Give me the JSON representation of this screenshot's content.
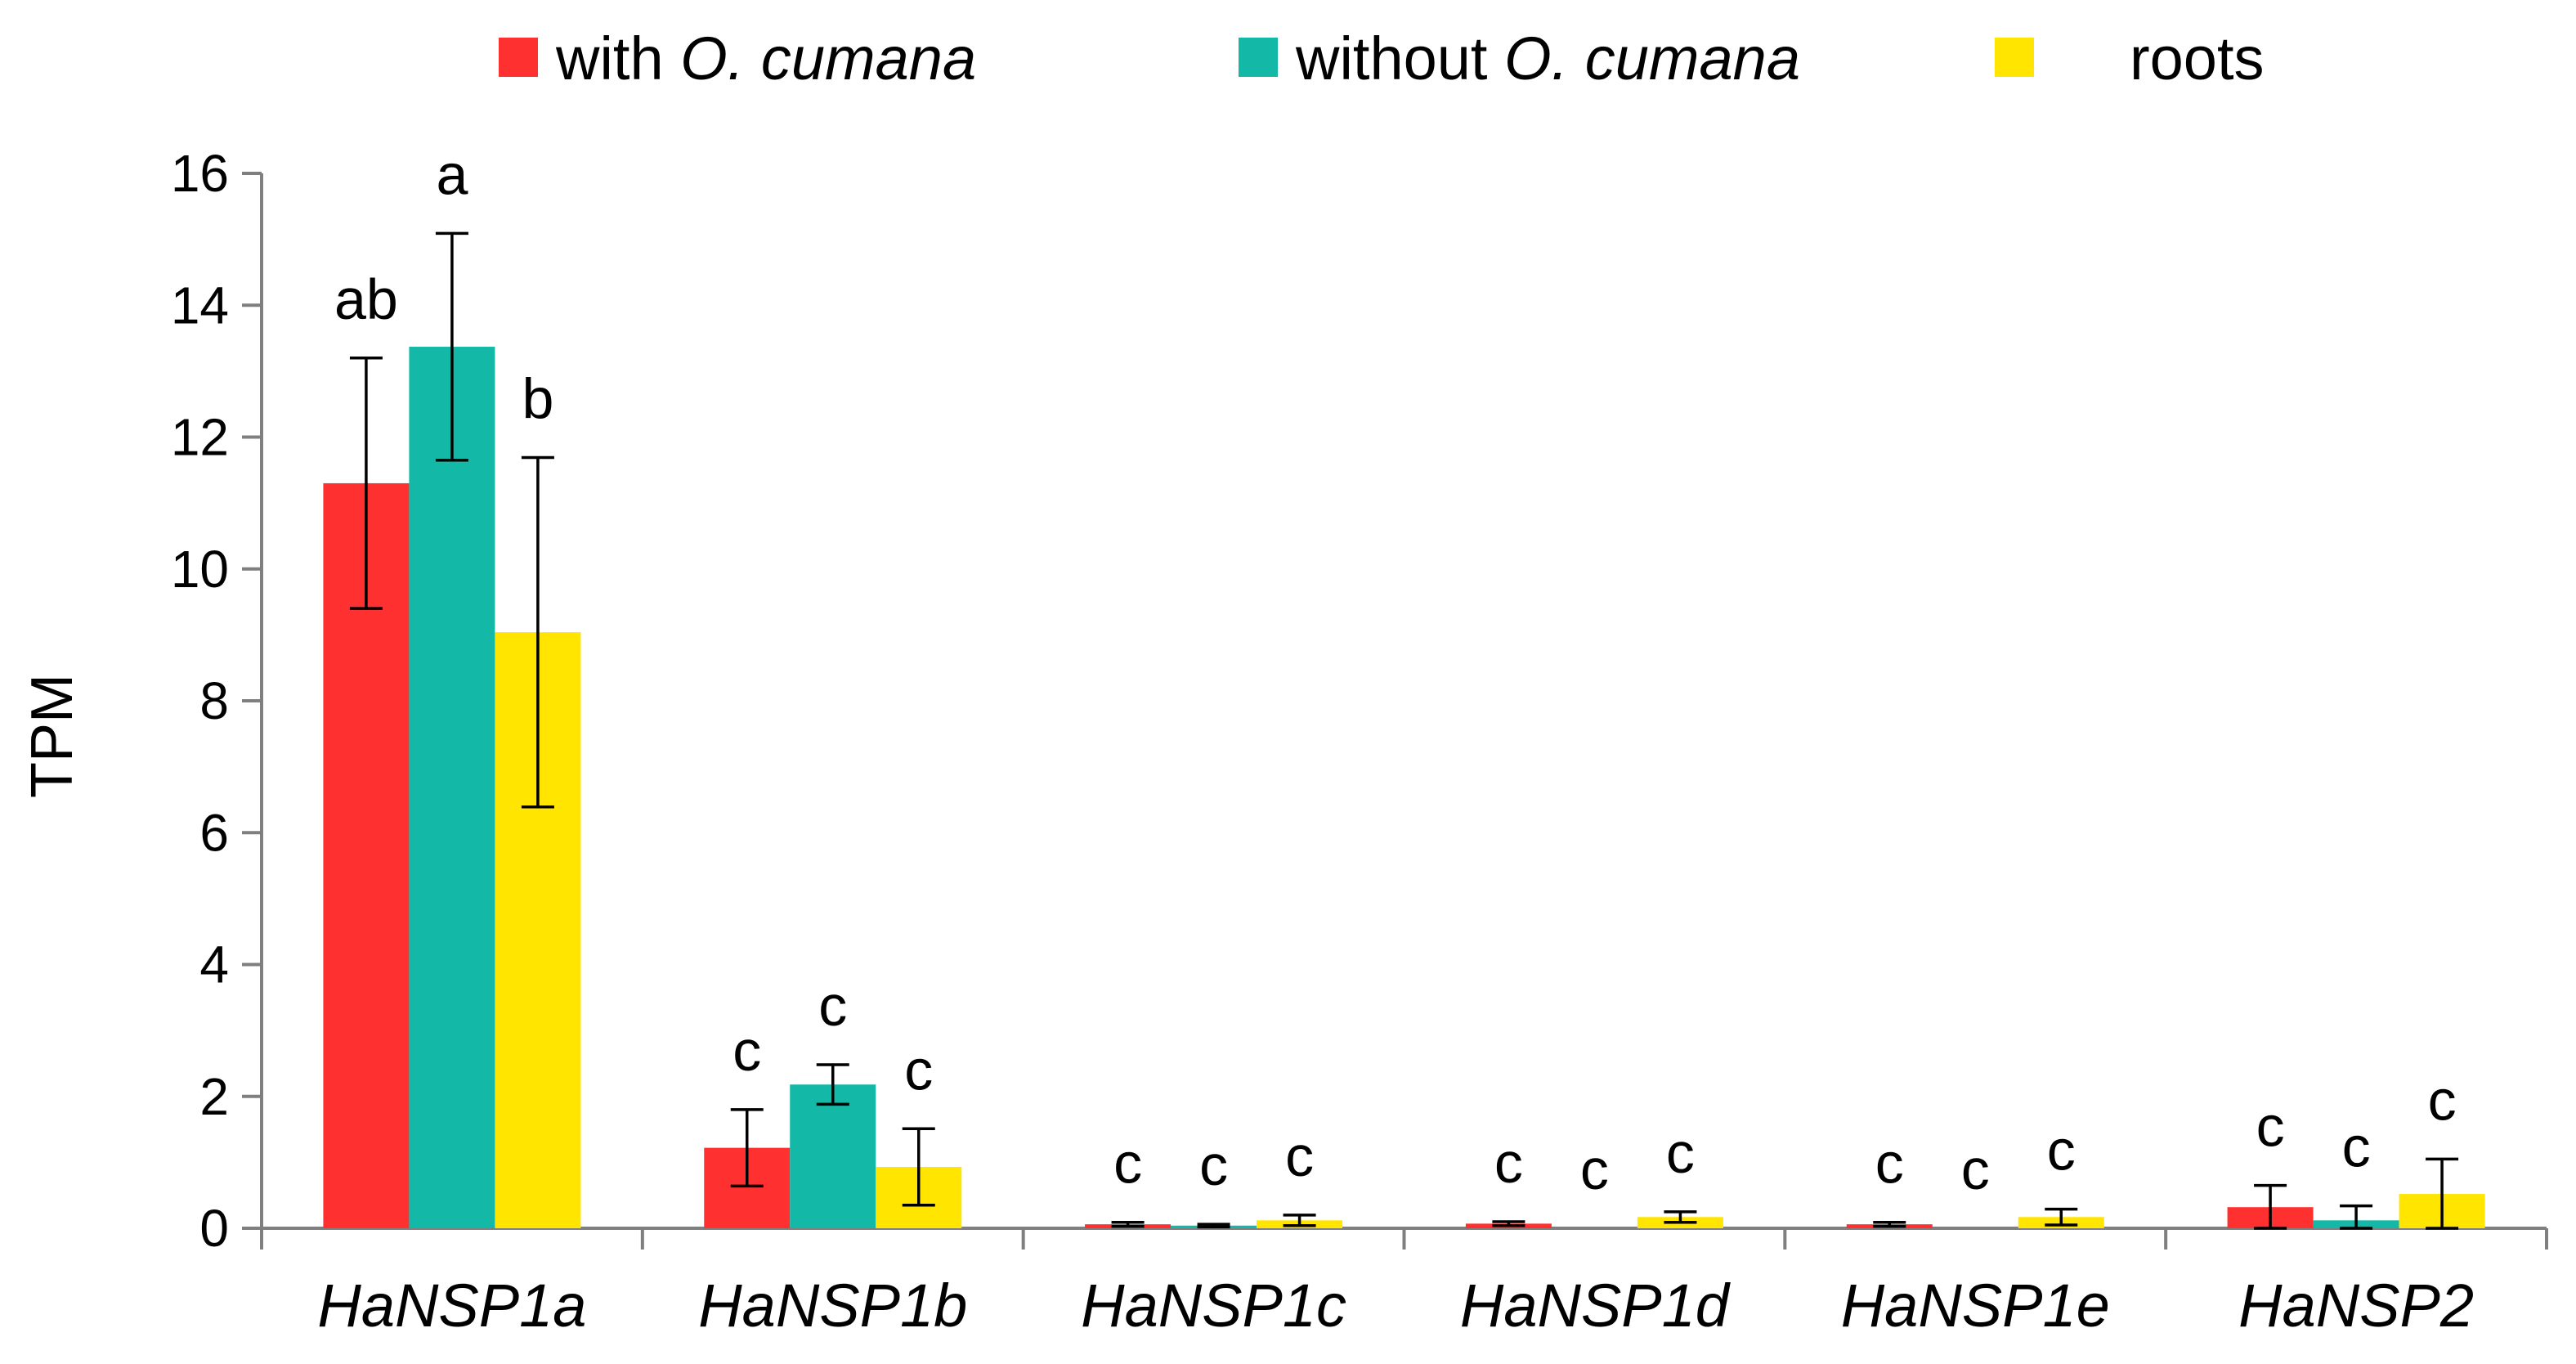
{
  "chart_data": {
    "type": "bar",
    "title": "",
    "xlabel": "",
    "ylabel": "TPM",
    "ylim": [
      0,
      16
    ],
    "yticks": [
      0,
      2,
      4,
      6,
      8,
      10,
      12,
      14,
      16
    ],
    "grid": false,
    "legend": {
      "placement": "top",
      "entries": [
        {
          "prefix": "with ",
          "italic": "O. cumana"
        },
        {
          "prefix": "without ",
          "italic": "O. cumana"
        },
        {
          "prefix": "roots",
          "italic": ""
        }
      ]
    },
    "categories": [
      "HaNSP1a",
      "HaNSP1b",
      "HaNSP1c",
      "HaNSP1d",
      "HaNSP1e",
      "HaNSP2"
    ],
    "series": [
      {
        "name": "with O. cumana",
        "color": "#ff3030",
        "values": [
          11.3,
          1.22,
          0.06,
          0.07,
          0.06,
          0.32
        ],
        "errors": [
          1.9,
          0.58,
          0.03,
          0.03,
          0.03,
          0.33
        ],
        "letters": [
          "ab",
          "c",
          "c",
          "c",
          "c",
          "c"
        ]
      },
      {
        "name": "without O. cumana",
        "color": "#13b8a6",
        "values": [
          13.37,
          2.18,
          0.04,
          0.0,
          0.0,
          0.12
        ],
        "errors": [
          1.72,
          0.3,
          0.02,
          0.0,
          0.0,
          0.22
        ],
        "letters": [
          "a",
          "c",
          "c",
          "c",
          "c",
          "c"
        ]
      },
      {
        "name": "roots",
        "color": "#ffe500",
        "values": [
          9.04,
          0.93,
          0.12,
          0.17,
          0.17,
          0.52
        ],
        "errors": [
          2.65,
          0.58,
          0.08,
          0.08,
          0.12,
          0.53
        ],
        "letters": [
          "b",
          "c",
          "c",
          "c",
          "c",
          "c"
        ]
      }
    ]
  }
}
